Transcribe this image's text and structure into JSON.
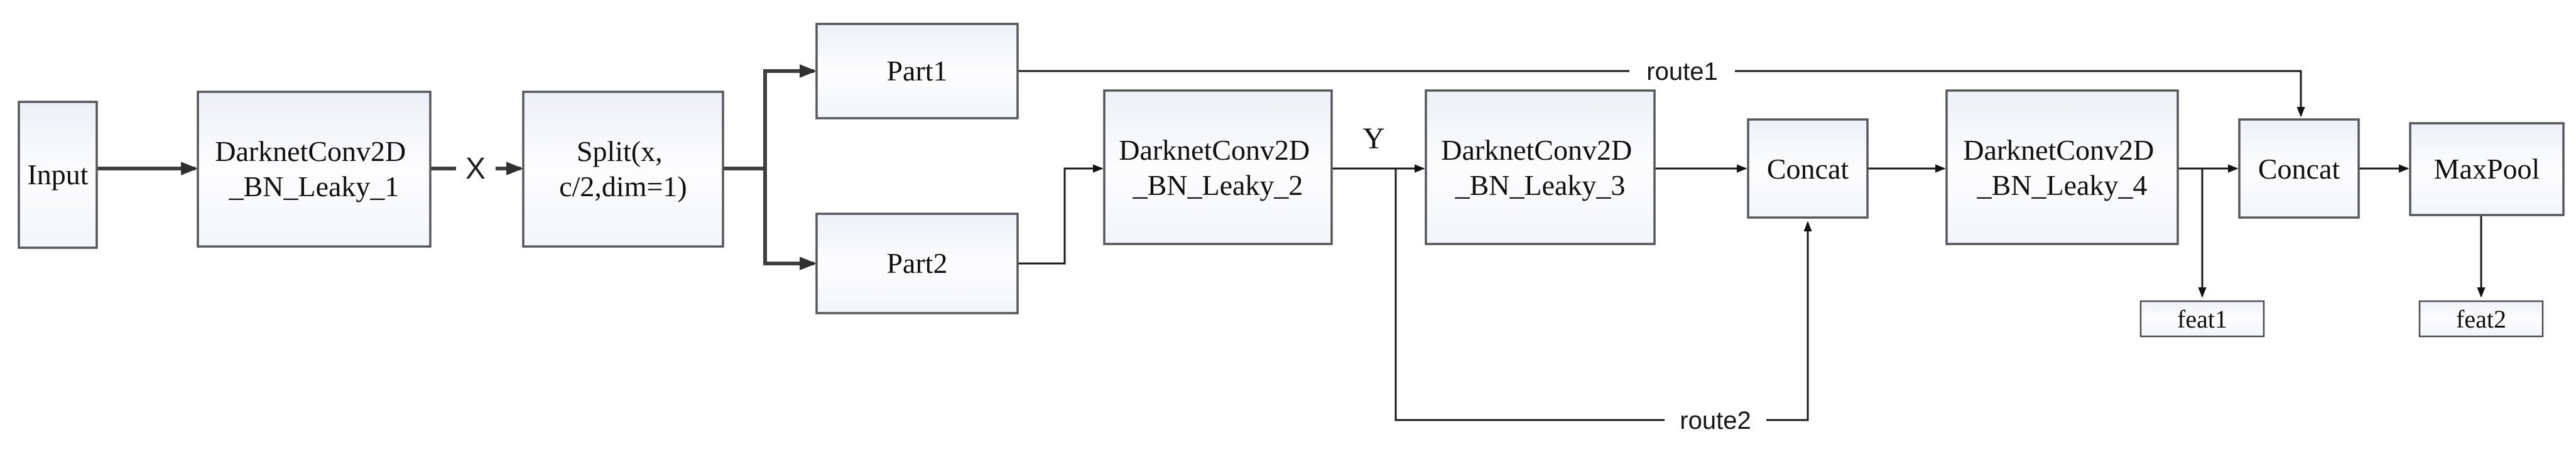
{
  "diagram": {
    "nodes": {
      "input": {
        "lines": [
          "Input"
        ]
      },
      "conv1": {
        "lines": [
          "DarknetConv2D",
          "_BN_Leaky_1"
        ]
      },
      "split": {
        "lines": [
          "Split(x,",
          "c/2,dim=1)"
        ]
      },
      "part1": {
        "lines": [
          "Part1"
        ]
      },
      "part2": {
        "lines": [
          "Part2"
        ]
      },
      "conv2": {
        "lines": [
          "DarknetConv2D",
          "_BN_Leaky_2"
        ]
      },
      "conv3": {
        "lines": [
          "DarknetConv2D",
          "_BN_Leaky_3"
        ]
      },
      "concat1": {
        "lines": [
          "Concat"
        ]
      },
      "conv4": {
        "lines": [
          "DarknetConv2D",
          "_BN_Leaky_4"
        ]
      },
      "concat2": {
        "lines": [
          "Concat"
        ]
      },
      "maxpool": {
        "lines": [
          "MaxPool"
        ]
      },
      "feat1": {
        "lines": [
          "feat1"
        ]
      },
      "feat2": {
        "lines": [
          "feat2"
        ]
      }
    },
    "edge_labels": {
      "x": "X",
      "y": "Y",
      "route1": "route1",
      "route2": "route2"
    },
    "colors": {
      "box_border": "#55565a",
      "edge_thick": "#3f3f3f",
      "edge_thin": "#1a1a1a",
      "box_fill_top": "#edf0f7",
      "box_fill_bottom": "#f3f5fa"
    }
  }
}
